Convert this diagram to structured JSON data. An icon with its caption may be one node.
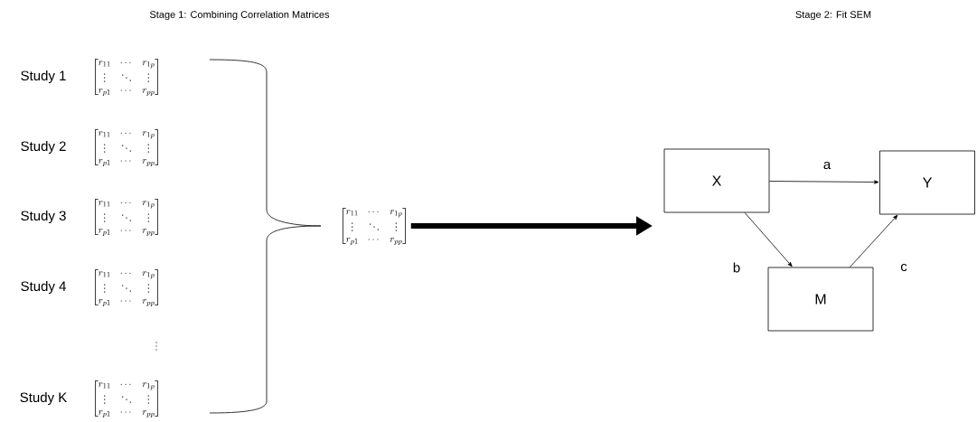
{
  "diagram": {
    "nodes": [
      {
        "text": [
          "\\begin{bmatrix} r_{11} & \\cdots & r_{1p} \\\\ \\vdots & \\ddots & \\vdots \\\\ r_{p1} & \\cdots & r_{pp} \\end{bmatrix}"
        ]
      },
      {
        "text": [
          "X"
        ]
      },
      {
        "text": [
          "Y"
        ]
      },
      {
        "text": [
          "M"
        ]
      }
    ],
    "edges": [
      {
        "from": 0,
        "to": null,
        "arrow": "to",
        "style": "thick"
      },
      {
        "from": 1,
        "to": 2,
        "arrow": "to",
        "label": "a"
      },
      {
        "from": 1,
        "to": 3,
        "arrow": "to",
        "label": "b"
      },
      {
        "from": 3,
        "to": 2,
        "arrow": "to",
        "label": "c"
      }
    ],
    "labels": [
      "Stage 1: Combining Correlation Matrices",
      "Stage 2: Fit SEM",
      "Study 1",
      "\\begin{bmatrix} r_{11} & \\cdots & r_{1p} \\\\ \\vdots & \\ddots & \\vdots \\\\ r_{p1} & \\cdots & r_{pp} \\end{bmatrix}",
      "Study 2",
      "\\begin{bmatrix} r_{11} & \\cdots & r_{1p} \\\\ \\vdots & \\ddots & \\vdots \\\\ r_{p1} & \\cdots & r_{pp} \\end{bmatrix}",
      "Study 3",
      "\\begin{bmatrix} r_{11} & \\cdots & r_{1p} \\\\ \\vdots & \\ddots & \\vdots \\\\ r_{p1} & \\cdots & r_{pp} \\end{bmatrix}",
      "Study 4",
      "\\begin{bmatrix} r_{11} & \\cdots & r_{1p} \\\\ \\vdots & \\ddots & \\vdots \\\\ r_{p1} & \\cdots & r_{pp} \\end{bmatrix}",
      "\\vdots",
      "Study K",
      "\\begin{bmatrix} r_{11} & \\cdots & r_{1p} \\\\ \\vdots & \\ddots & \\vdots \\\\ r_{p1} & \\cdots & r_{pp} \\end{bmatrix}"
    ]
  }
}
